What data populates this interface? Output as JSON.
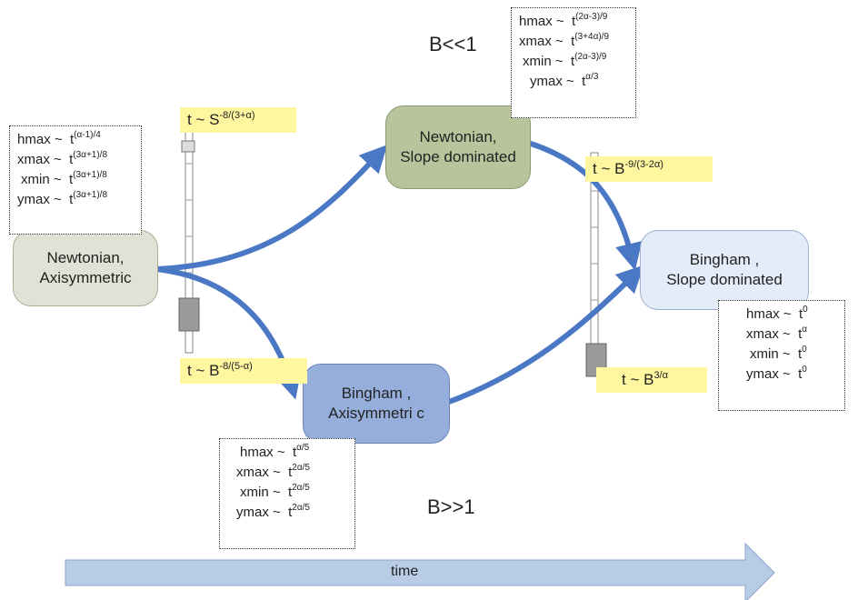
{
  "regimes": {
    "low": "B<<1",
    "high": "B>>1"
  },
  "nodes": {
    "newtonian_axisymmetric": {
      "line1": "Newtonian,",
      "line2": "Axisymmetric"
    },
    "newtonian_slope": {
      "line1": "Newtonian,",
      "line2": "Slope dominated"
    },
    "bingham_axisymmetric": {
      "line1": "Bingham ,",
      "line2": "Axisymmetri c"
    },
    "bingham_slope": {
      "line1": "Bingham ,",
      "line2": "Slope dominated"
    }
  },
  "scalings": {
    "newtonian_axisymmetric": [
      {
        "label": "hmax ~",
        "base": "t",
        "exp": "(α-1)/4"
      },
      {
        "label": "xmax ~",
        "base": "t",
        "exp": "(3α+1)/8"
      },
      {
        "label": "xmin ~",
        "base": "t",
        "exp": "(3α+1)/8"
      },
      {
        "label": "ymax ~",
        "base": "t",
        "exp": "(3α+1)/8"
      }
    ],
    "newtonian_slope": [
      {
        "label": "hmax ~",
        "base": "t",
        "exp": "(2α-3)/9"
      },
      {
        "label": "xmax ~",
        "base": "t",
        "exp": "(3+4α)/9"
      },
      {
        "label": "xmin ~",
        "base": "t",
        "exp": "(2α-3)/9"
      },
      {
        "label": "ymax ~",
        "base": "t",
        "exp": "α/3"
      }
    ],
    "bingham_axisymmetric": [
      {
        "label": "hmax ~",
        "base": "t",
        "exp": "α/5"
      },
      {
        "label": "xmax ~",
        "base": "t",
        "exp": "2α/5"
      },
      {
        "label": "xmin ~",
        "base": "t",
        "exp": "2α/5"
      },
      {
        "label": "ymax ~",
        "base": "t",
        "exp": "2α/5"
      }
    ],
    "bingham_slope": [
      {
        "label": "hmax ~",
        "base": "t",
        "exp": "0"
      },
      {
        "label": "xmax ~",
        "base": "t",
        "exp": "α"
      },
      {
        "label": "xmin ~",
        "base": "t",
        "exp": "0"
      },
      {
        "label": "ymax ~",
        "base": "t",
        "exp": "0"
      }
    ]
  },
  "transitions": {
    "to_newtonian_slope": {
      "base": "t ~ S",
      "exp": "-8/(3+α)"
    },
    "to_bingham_axisymmetric": {
      "base": "t ~ B",
      "exp": "-8/(5-α)"
    },
    "newtonian_slope_to_bingham_slope": {
      "base": "t ~ B",
      "exp": "-9/(3-2α)"
    },
    "bingham_axisymmetric_to_bingham_slope": {
      "base": "t ~ B",
      "exp": "3/α"
    }
  },
  "time_arrow_label": "time",
  "colors": {
    "arrow": "#4a78c4",
    "newtonian_axisymmetric_fill": "#dfe3d5",
    "newtonian_slope_fill": "#b8c49c",
    "bingham_axisymmetric_fill": "#95aedc",
    "bingham_slope_fill": "#e3ecf8",
    "time_arrow_fill": "#b9cce6",
    "transition_label_fill": "#fff6a0"
  }
}
